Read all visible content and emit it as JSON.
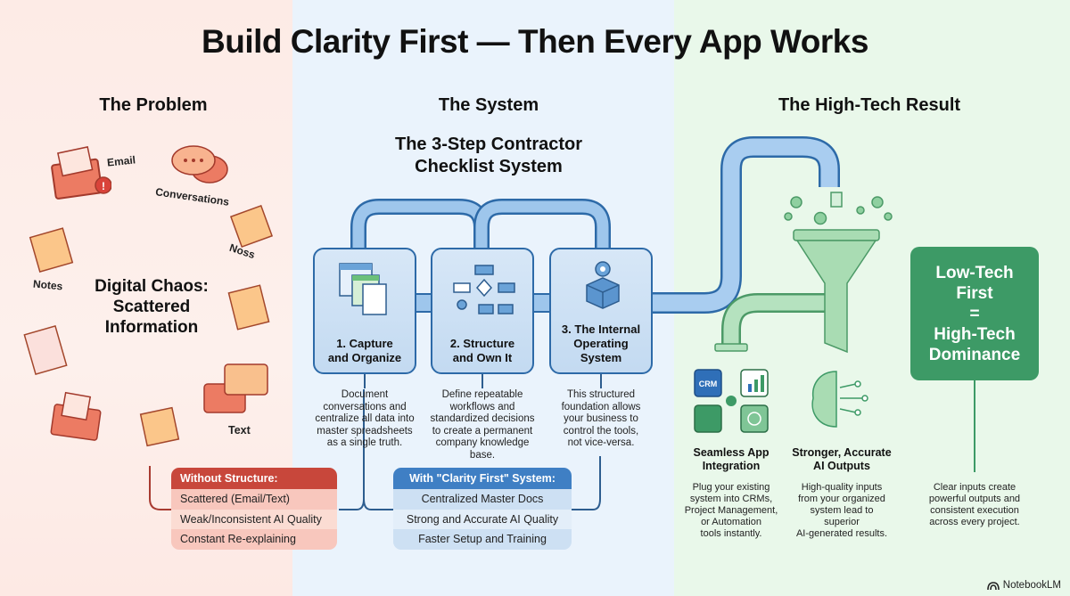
{
  "title": "Build Clarity First — Then Every App Works",
  "colors": {
    "problem": "#e46a52",
    "system": "#3f7fc4",
    "result": "#3d9a66"
  },
  "problem": {
    "heading": "The Problem",
    "labels": {
      "email": "Email",
      "conversations": "Conversations",
      "noss": "Noss",
      "notes": "Notes",
      "text": "Text"
    },
    "center_text": [
      "Digital Chaos:",
      "Scattered",
      "Information"
    ],
    "comparison": {
      "header": "Without Structure:",
      "rows": [
        "Scattered (Email/Text)",
        "Weak/Inconsistent AI Quality",
        "Constant Re-explaining"
      ]
    }
  },
  "system": {
    "heading": "The System",
    "subheading": [
      "The 3-Step Contractor",
      "Checklist System"
    ],
    "steps": [
      {
        "title": [
          "1. Capture",
          "and Organize"
        ],
        "icon": "spreadsheet-docs-icon",
        "desc": [
          "Document",
          "conversations and",
          "centralize all data into",
          "master spreadsheets",
          "as a single truth."
        ]
      },
      {
        "title": [
          "2. Structure",
          "and Own It"
        ],
        "icon": "flowchart-icon",
        "desc": [
          "Define repeatable",
          "workflows and",
          "standardized decisions",
          "to create a permanent",
          "company knowledge",
          "base."
        ]
      },
      {
        "title": [
          "3. The Internal",
          "Operating",
          "System"
        ],
        "icon": "gear-cube-icon",
        "desc": [
          "This structured",
          "foundation allows",
          "your business to",
          "control the tools,",
          "not vice-versa."
        ]
      }
    ],
    "comparison": {
      "header": "With \"Clarity First\" System:",
      "rows": [
        "Centralized Master Docs",
        "Strong and Accurate AI Quality",
        "Faster Setup and Training"
      ]
    }
  },
  "result": {
    "heading": "The High-Tech Result",
    "box": [
      "Low-Tech",
      "First",
      "=",
      "High-Tech",
      "Dominance"
    ],
    "features": [
      {
        "title": [
          "Seamless App",
          "Integration"
        ],
        "icon": "app-integration-icon",
        "icon_label": "CRM",
        "desc": [
          "Plug your existing",
          "system into CRMs,",
          "Project Management,",
          "or Automation",
          "tools instantly."
        ]
      },
      {
        "title": [
          "Stronger, Accurate",
          "AI Outputs"
        ],
        "icon": "ai-brain-icon",
        "desc": [
          "High-quality inputs",
          "from your organized",
          "system lead to",
          "superior",
          "AI-generated results."
        ]
      }
    ],
    "box_desc": [
      "Clear inputs create",
      "powerful outputs and",
      "consistent execution",
      "across every project."
    ]
  },
  "brand": "NotebookLM"
}
